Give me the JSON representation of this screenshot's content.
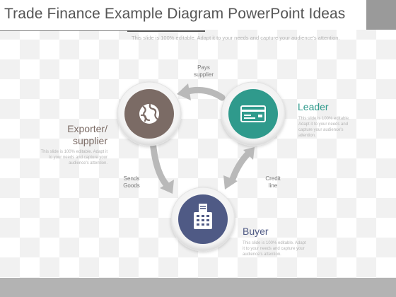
{
  "header": {
    "title": "Trade Finance Example Diagram PowerPoint Ideas",
    "subtitle": "This slide is 100% editable. Adapt it to your needs and capture your audience's attention."
  },
  "nodes": {
    "exporter": {
      "title_line1": "Exporter/",
      "title_line2": "supplier",
      "desc_line1": "This slide is 100% editable. Adapt it",
      "desc_line2": "to your needs and capture your",
      "desc_line3": "audience's attention.",
      "icon": "globe-icon",
      "color": "#7b6b65"
    },
    "leader": {
      "title": "Leader",
      "desc_line1": "This slide is 100% editable.",
      "desc_line2": "Adapt it to your needs and",
      "desc_line3": "capture your audience's",
      "desc_line4": "attention.",
      "icon": "credit-card-icon",
      "color": "#2f9a8c"
    },
    "buyer": {
      "title": "Buyer",
      "desc_line1": "This slide is 100% editable. Adapt",
      "desc_line2": "it to your needs and capture your",
      "desc_line3": "audience's attention.",
      "icon": "calculator-icon",
      "color": "#4f5a85"
    }
  },
  "flows": {
    "pays_line1": "Pays",
    "pays_line2": "supplier",
    "sends_line1": "Sends",
    "sends_line2": "Goods",
    "credit_line1": "Credit",
    "credit_line2": "line"
  },
  "colors": {
    "arrow": "#b9b9b9",
    "title_text": "#555555",
    "footer": "#b3b3b3"
  }
}
